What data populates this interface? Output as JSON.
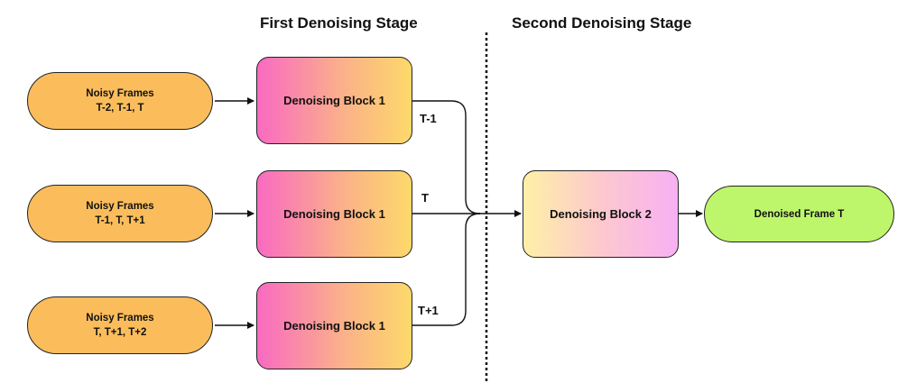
{
  "stages": {
    "first": "First Denoising Stage",
    "second": "Second Denoising Stage"
  },
  "inputs": [
    {
      "title": "Noisy Frames",
      "frames": "T-2, T-1, T"
    },
    {
      "title": "Noisy Frames",
      "frames": "T-1, T, T+1"
    },
    {
      "title": "Noisy Frames",
      "frames": "T, T+1, T+2"
    }
  ],
  "first_stage_blocks": [
    {
      "label": "Denoising Block 1"
    },
    {
      "label": "Denoising Block 1"
    },
    {
      "label": "Denoising Block 1"
    }
  ],
  "connector_labels": [
    "T-1",
    "T",
    "T+1"
  ],
  "second_stage_block": {
    "label": "Denoising Block 2"
  },
  "output": {
    "label": "Denoised Frame T"
  },
  "colors": {
    "noisy_frames_fill": "#fbbd5c",
    "block1_gradient": [
      "#f96ac2",
      "#fdd96a"
    ],
    "block2_gradient": [
      "#fef0a8",
      "#f7b0f4"
    ],
    "output_fill": "#bef66b",
    "stroke": "#222222"
  }
}
